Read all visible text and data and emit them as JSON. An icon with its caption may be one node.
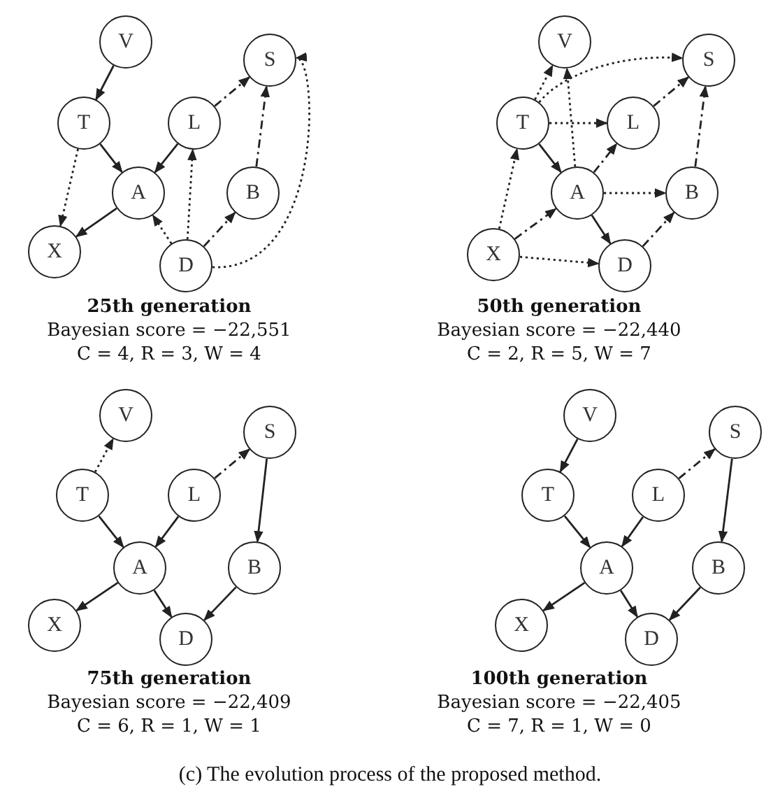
{
  "diagram": {
    "caption": "(c) The evolution process of the proposed method.",
    "nodes": [
      {
        "text": [
          "V"
        ]
      },
      {
        "text": [
          "S"
        ]
      },
      {
        "text": [
          "T"
        ]
      },
      {
        "text": [
          "L"
        ]
      },
      {
        "text": [
          "A"
        ]
      },
      {
        "text": [
          "B"
        ]
      },
      {
        "text": [
          "X"
        ]
      },
      {
        "text": [
          "D"
        ]
      },
      {
        "text": [
          "V"
        ]
      },
      {
        "text": [
          "S"
        ]
      },
      {
        "text": [
          "T"
        ]
      },
      {
        "text": [
          "L"
        ]
      },
      {
        "text": [
          "A"
        ]
      },
      {
        "text": [
          "B"
        ]
      },
      {
        "text": [
          "X"
        ]
      },
      {
        "text": [
          "D"
        ]
      },
      {
        "text": [
          "V"
        ]
      },
      {
        "text": [
          "S"
        ]
      },
      {
        "text": [
          "T"
        ]
      },
      {
        "text": [
          "L"
        ]
      },
      {
        "text": [
          "A"
        ]
      },
      {
        "text": [
          "B"
        ]
      },
      {
        "text": [
          "X"
        ]
      },
      {
        "text": [
          "D"
        ]
      },
      {
        "text": [
          "V"
        ]
      },
      {
        "text": [
          "S"
        ]
      },
      {
        "text": [
          "T"
        ]
      },
      {
        "text": [
          "L"
        ]
      },
      {
        "text": [
          "A"
        ]
      },
      {
        "text": [
          "B"
        ]
      },
      {
        "text": [
          "X"
        ]
      },
      {
        "text": [
          "D"
        ]
      }
    ],
    "edges": [
      {
        "from": 0,
        "to": 2,
        "arrow": "to"
      },
      {
        "from": 2,
        "to": 4,
        "arrow": "to"
      },
      {
        "from": 3,
        "to": 4,
        "arrow": "to"
      },
      {
        "from": 4,
        "to": 6,
        "arrow": "to"
      },
      {
        "from": 2,
        "to": 6,
        "arrow": "to",
        "style": "dashed"
      },
      {
        "from": 7,
        "to": 4,
        "arrow": "to",
        "style": "dashed"
      },
      {
        "from": 7,
        "to": 3,
        "arrow": "to",
        "style": "dashed"
      },
      {
        "from": 7,
        "to": 5,
        "arrow": "to",
        "style": "dashed"
      },
      {
        "from": 3,
        "to": 1,
        "arrow": "to",
        "style": "dashed"
      },
      {
        "from": 5,
        "to": 1,
        "arrow": "to",
        "style": "dashed"
      },
      {
        "from": 7,
        "to": 1,
        "arrow": "to",
        "style": "dashed"
      },
      {
        "from": 10,
        "to": 8,
        "arrow": "to",
        "style": "dashed"
      },
      {
        "from": 12,
        "to": 8,
        "arrow": "to",
        "style": "dashed"
      },
      {
        "from": 10,
        "to": 9,
        "arrow": "to",
        "style": "dashed"
      },
      {
        "from": 10,
        "to": 11,
        "arrow": "to",
        "style": "dashed"
      },
      {
        "from": 12,
        "to": 11,
        "arrow": "to",
        "style": "dashed"
      },
      {
        "from": 11,
        "to": 9,
        "arrow": "to",
        "style": "dashed"
      },
      {
        "from": 13,
        "to": 9,
        "arrow": "to",
        "style": "dashed"
      },
      {
        "from": 10,
        "to": 12,
        "arrow": "to"
      },
      {
        "from": 12,
        "to": 13,
        "arrow": "to",
        "style": "dashed"
      },
      {
        "from": 12,
        "to": 15,
        "arrow": "to"
      },
      {
        "from": 14,
        "to": 10,
        "arrow": "to",
        "style": "dashed"
      },
      {
        "from": 14,
        "to": 12,
        "arrow": "to",
        "style": "dashed"
      },
      {
        "from": 14,
        "to": 15,
        "arrow": "to",
        "style": "dashed"
      },
      {
        "from": 15,
        "to": 13,
        "arrow": "to",
        "style": "dashed"
      },
      {
        "from": 18,
        "to": 16,
        "arrow": "to",
        "style": "dashed"
      },
      {
        "from": 18,
        "to": 20,
        "arrow": "to"
      },
      {
        "from": 19,
        "to": 20,
        "arrow": "to"
      },
      {
        "from": 19,
        "to": 17,
        "arrow": "to",
        "style": "dashed"
      },
      {
        "from": 17,
        "to": 21,
        "arrow": "to"
      },
      {
        "from": 20,
        "to": 22,
        "arrow": "to"
      },
      {
        "from": 20,
        "to": 23,
        "arrow": "to"
      },
      {
        "from": 21,
        "to": 23,
        "arrow": "to"
      },
      {
        "from": 24,
        "to": 26,
        "arrow": "to"
      },
      {
        "from": 26,
        "to": 28,
        "arrow": "to"
      },
      {
        "from": 27,
        "to": 28,
        "arrow": "to"
      },
      {
        "from": 27,
        "to": 25,
        "arrow": "to",
        "style": "dashed"
      },
      {
        "from": 25,
        "to": 29,
        "arrow": "to"
      },
      {
        "from": 28,
        "to": 30,
        "arrow": "to"
      },
      {
        "from": 28,
        "to": 31,
        "arrow": "to"
      },
      {
        "from": 29,
        "to": 31,
        "arrow": "to"
      }
    ],
    "labels": [
      "25th generation",
      "Bayesian score = −22,551",
      "C = 4, R = 3, W = 4",
      "50th generation",
      "Bayesian score = −22,440",
      "C = 2, R = 5, W = 7",
      "75th generation",
      "Bayesian score = −22,409",
      "C = 6, R = 1, W = 1",
      "100th generation",
      "Bayesian score = −22,405",
      "C = 7, R = 1, W = 0"
    ]
  }
}
